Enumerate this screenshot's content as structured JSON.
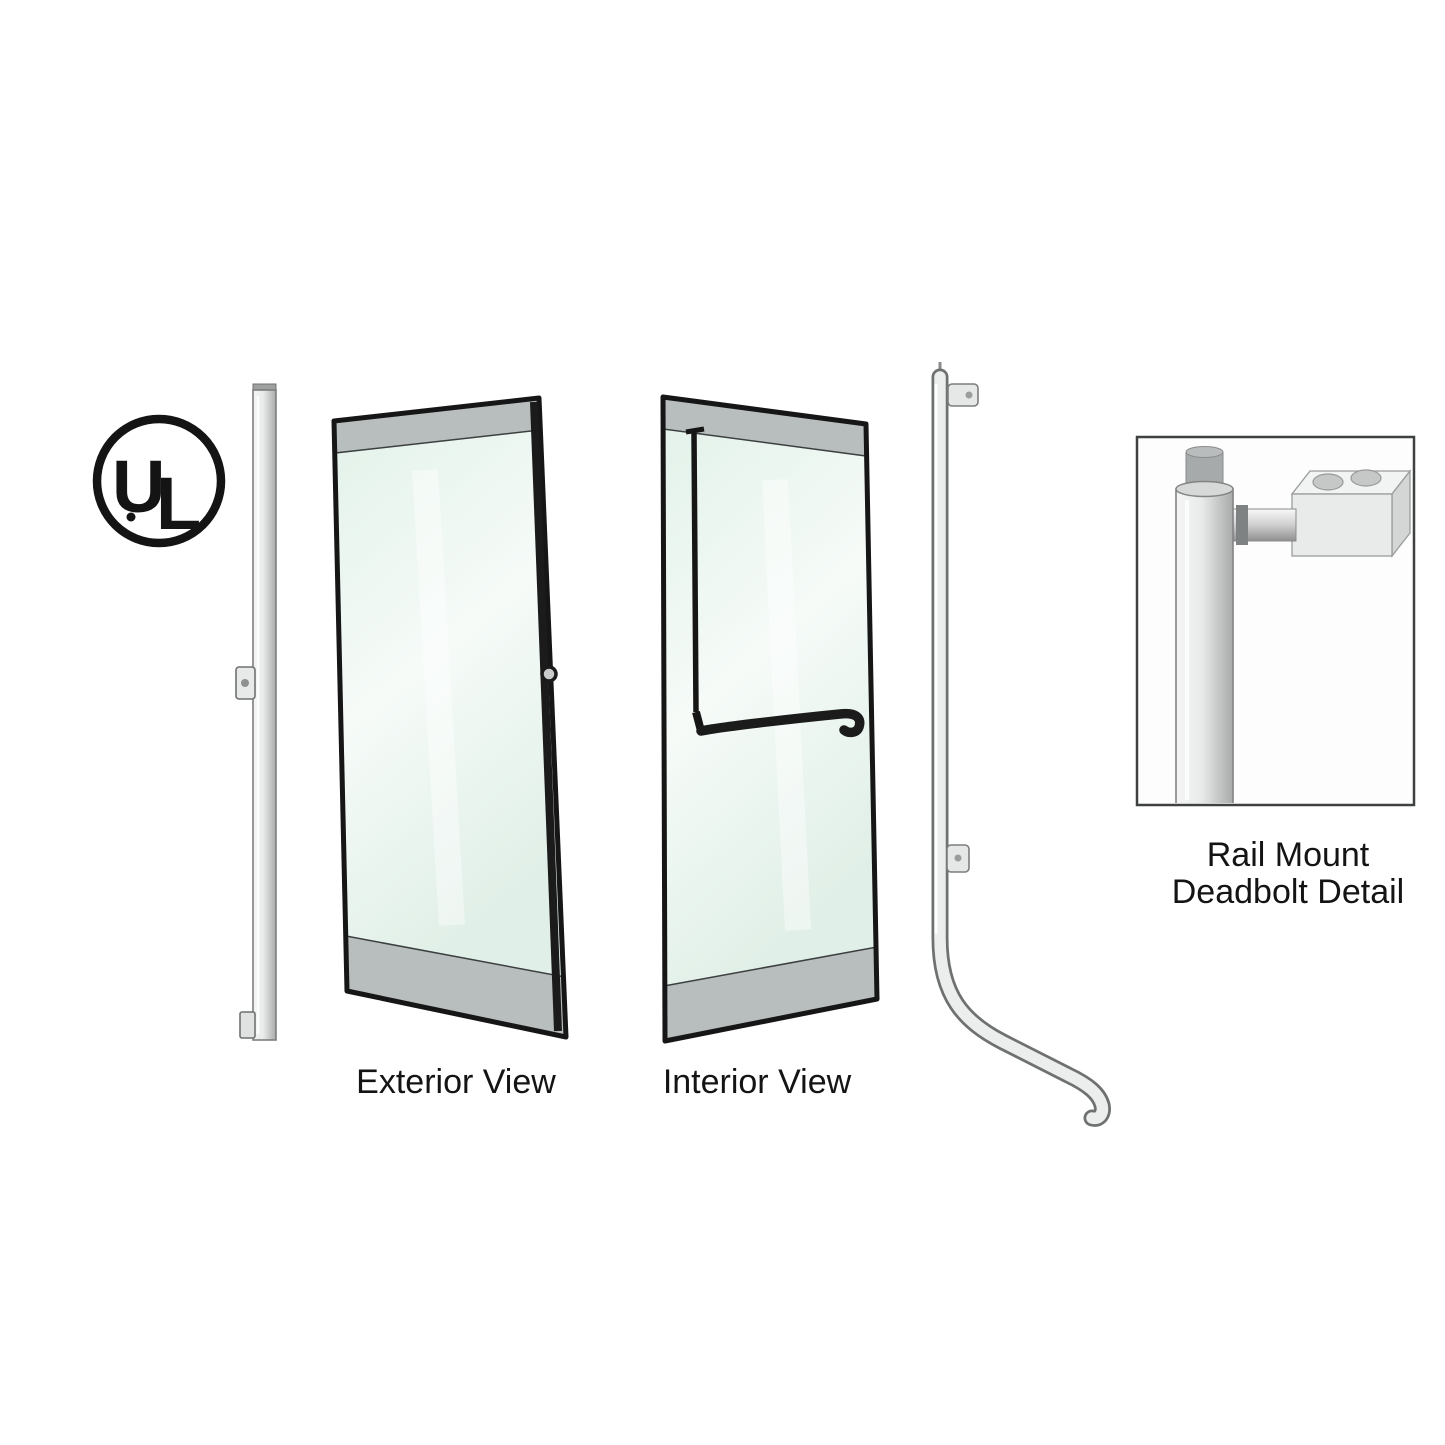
{
  "figure": {
    "ul_mark": {
      "letter_u": "U",
      "letter_l": "L"
    },
    "labels": {
      "exterior": "Exterior View",
      "interior": "Interior View"
    },
    "detail_caption": {
      "line1": "Rail Mount",
      "line2": "Deadbolt Detail"
    },
    "colors": {
      "background": "#ffffff",
      "outline": "#161616",
      "glass_tint": "#e3f2ea",
      "glass_tint_light": "#f6fbf8",
      "door_band": "#b8bdbd",
      "metal_light": "#f2f3f3",
      "metal_dark": "#a9abab",
      "handle_black": "#1b1b1b"
    }
  }
}
